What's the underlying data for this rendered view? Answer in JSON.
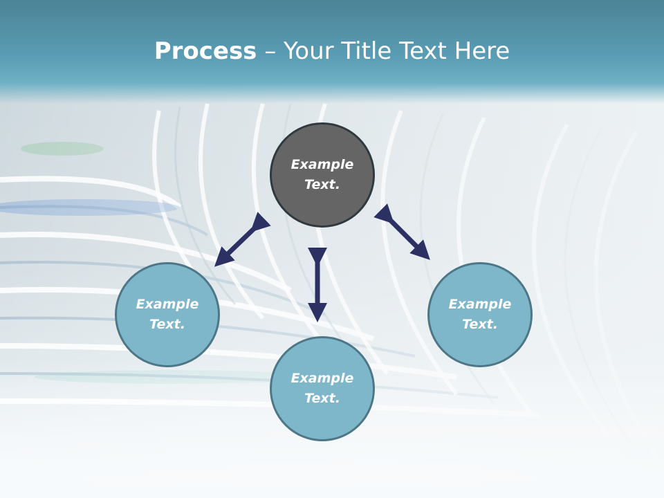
{
  "slide": {
    "title_bold": "Process",
    "title_rest": " – Your Title Text Here"
  },
  "nodes": {
    "top": {
      "line1": "Example",
      "line2": "Text."
    },
    "left": {
      "line1": "Example",
      "line2": "Text."
    },
    "bottom": {
      "line1": "Example",
      "line2": "Text."
    },
    "right": {
      "line1": "Example",
      "line2": "Text."
    }
  },
  "colors": {
    "header": "#5a9db4",
    "node_dark": "#656565",
    "node_light": "#7eb6ca",
    "arrow": "#2c3062"
  },
  "arrows": [
    {
      "name": "top-left-arrow",
      "type": "double-headed"
    },
    {
      "name": "center-vertical-arrow",
      "type": "double-headed"
    },
    {
      "name": "top-right-arrow",
      "type": "double-headed"
    }
  ]
}
